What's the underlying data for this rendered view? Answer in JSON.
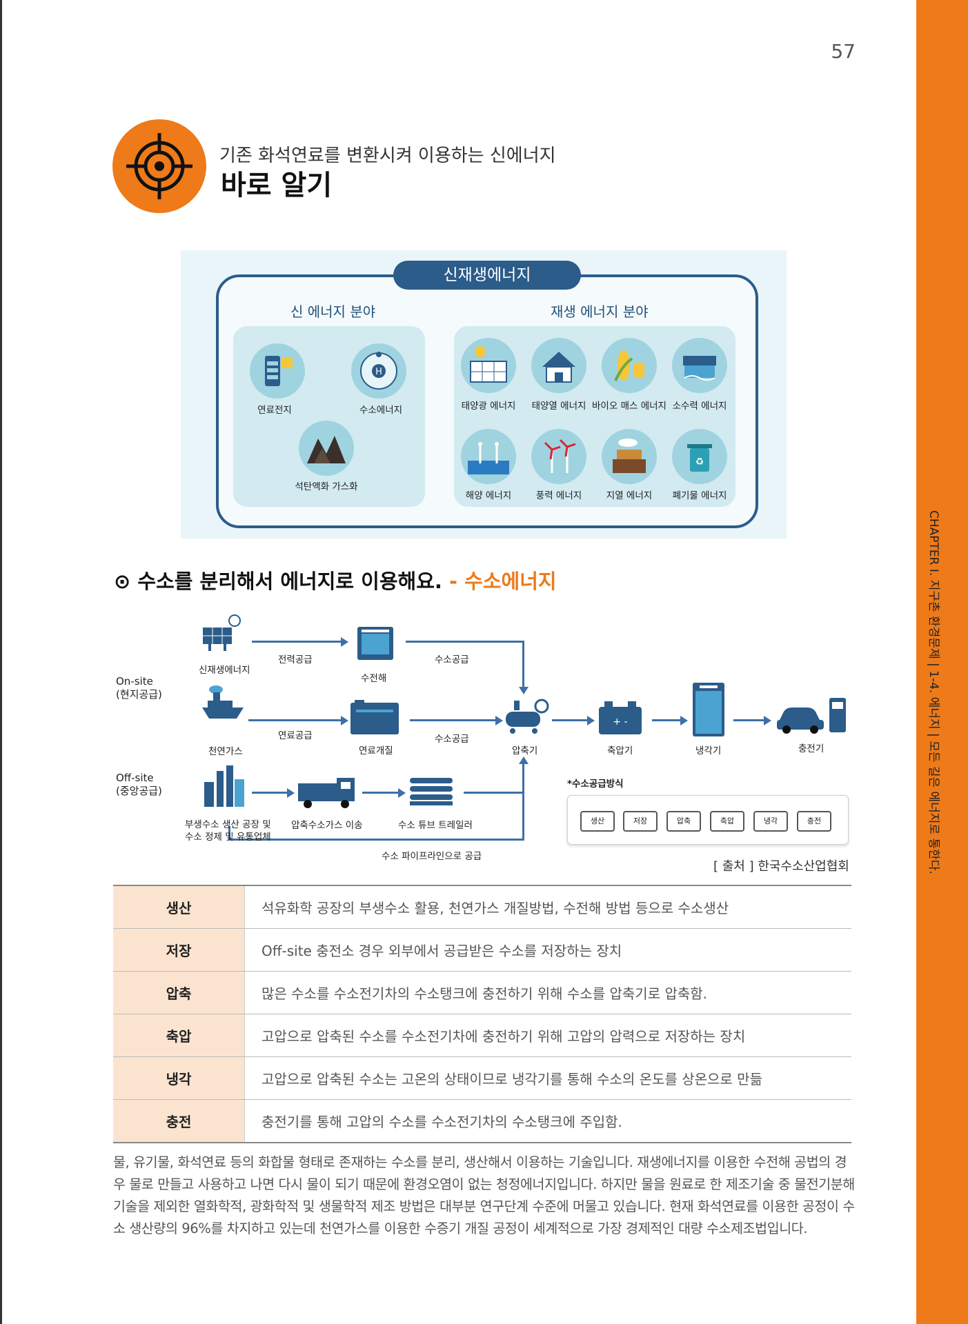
{
  "page_number": "57",
  "side_tab": {
    "text": "CHAPTER I. 지구촌 환경문제 | 1-4. 에너지 | 모든 길은 에너지로 통한다.",
    "color": "#EE7A1A"
  },
  "heading": {
    "icon": "target-icon",
    "subtitle": "기존 화석연료를 변환시켜 이용하는 신에너지",
    "title": "바로 알기"
  },
  "infographic": {
    "title": "신재생에너지",
    "new_energy": {
      "label": "신 에너지 분야",
      "items": [
        "연료전지",
        "수소에너지",
        "석탄액화 가스화"
      ]
    },
    "renewable_energy": {
      "label": "재생 에너지 분야",
      "items": [
        "태양광 에너지",
        "태양열 에너지",
        "바이오 매스 에너지",
        "소수력 에너지",
        "해양 에너지",
        "풍력 에너지",
        "지열 에너지",
        "폐기물 에너지"
      ]
    }
  },
  "section": {
    "title": "수소를 분리해서 에너지로 이용해요.",
    "highlight": "- 수소에너지"
  },
  "diagram": {
    "onsite_label": "On-site",
    "onsite_sub": "(현지공급)",
    "offsite_label": "Off-site",
    "offsite_sub": "(중앙공급)",
    "sources": [
      "신재생에너지",
      "천연가스"
    ],
    "offsite_source_line1": "부생수소 생산 공장 및",
    "offsite_source_line2": "수소 정제 및 유통업체",
    "flows": {
      "power_supply": "전력공급",
      "fuel_supply": "연료공급",
      "h2_supply_1": "수소공급",
      "h2_supply_2": "수소공급",
      "compressed_transport": "압축수소가스 이송",
      "tube_trailer": "수소 튜브 트레일러",
      "pipeline": "수소 파이프라인으로 공급"
    },
    "equipment": {
      "electrolysis": "수전해",
      "reforming": "연료개질",
      "compressor": "압축기",
      "accumulator": "축압기",
      "cooler": "냉각기",
      "charger": "충전기"
    },
    "method_title": "*수소공급방식",
    "method_steps": [
      "생산",
      "저장",
      "압축",
      "축압",
      "냉각",
      "충전"
    ],
    "source_note": "[ 출처 ] 한국수소산업협회"
  },
  "table": [
    {
      "term": "생산",
      "desc": "석유화학 공장의 부생수소 활용, 천연가스 개질방법, 수전해 방법 등으로 수소생산"
    },
    {
      "term": "저장",
      "desc": "Off-site 충전소 경우 외부에서 공급받은 수소를 저장하는 장치"
    },
    {
      "term": "압축",
      "desc": "많은 수소를 수소전기차의 수소탱크에 충전하기 위해 수소를 압축기로 압축함."
    },
    {
      "term": "축압",
      "desc": "고압으로 압축된 수소를 수소전기차에 충전하기 위해 고압의 압력으로 저장하는 장치"
    },
    {
      "term": "냉각",
      "desc": "고압으로 압축된 수소는 고온의 상태이므로 냉각기를 통해 수소의 온도를 상온으로 만듦"
    },
    {
      "term": "충전",
      "desc": "충전기를 통해 고압의 수소를 수소전기차의 수소탱크에 주입함."
    }
  ],
  "paragraph": "물, 유기물, 화석연료 등의 화합물 형태로 존재하는 수소를 분리, 생산해서 이용하는 기술입니다. 재생에너지를 이용한 수전해 공법의 경우 물로 만들고 사용하고 나면 다시 물이 되기 때문에 환경오염이 없는 청정에너지입니다. 하지만 물을 원료로 한 제조기술 중 물전기분해기술을 제외한 열화학적, 광화학적 및 생물학적 제조 방법은 대부분 연구단계 수준에 머물고 있습니다. 현재 화석연료를 이용한 공정이 수소 생산량의 96%를 차지하고 있는데 천연가스를 이용한 수증기 개질 공정이 세계적으로 가장 경제적인 대량 수소제조법입니다."
}
